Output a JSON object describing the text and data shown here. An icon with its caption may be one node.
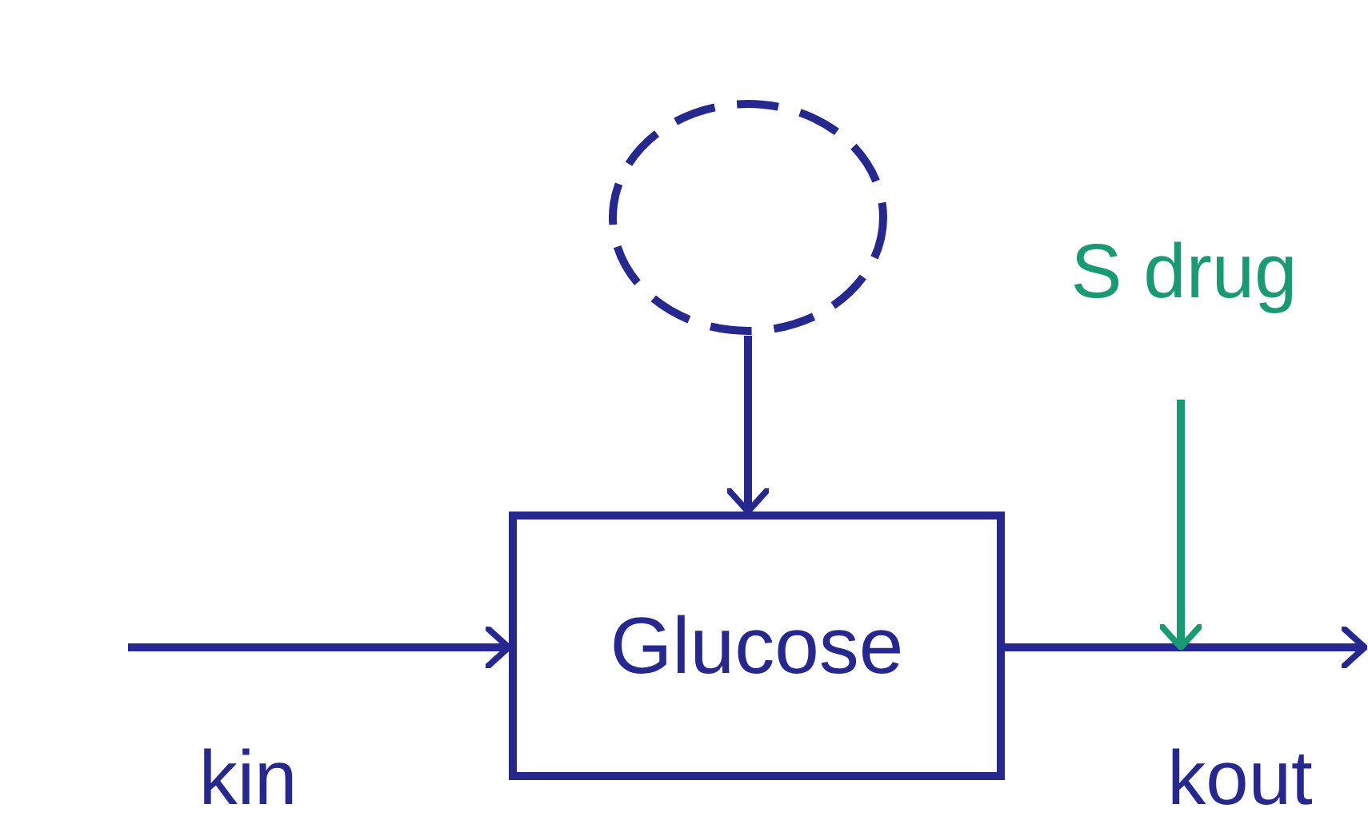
{
  "diagram": {
    "nodes": [
      {
        "text": [],
        "shape": "circle"
      },
      {
        "text": [
          "Glucose"
        ]
      },
      {
        "text": [
          "S drug"
        ]
      }
    ],
    "edges": [
      {
        "from": 0,
        "to": 1,
        "arrow": "to"
      },
      {
        "from": null,
        "to": 1,
        "arrow": "to",
        "label": "kin"
      },
      {
        "from": 1,
        "to": null,
        "arrow": "to",
        "label": "kout"
      },
      {
        "from": 2,
        "to": null,
        "arrow": "to",
        "color": "#1a9a72"
      }
    ]
  }
}
